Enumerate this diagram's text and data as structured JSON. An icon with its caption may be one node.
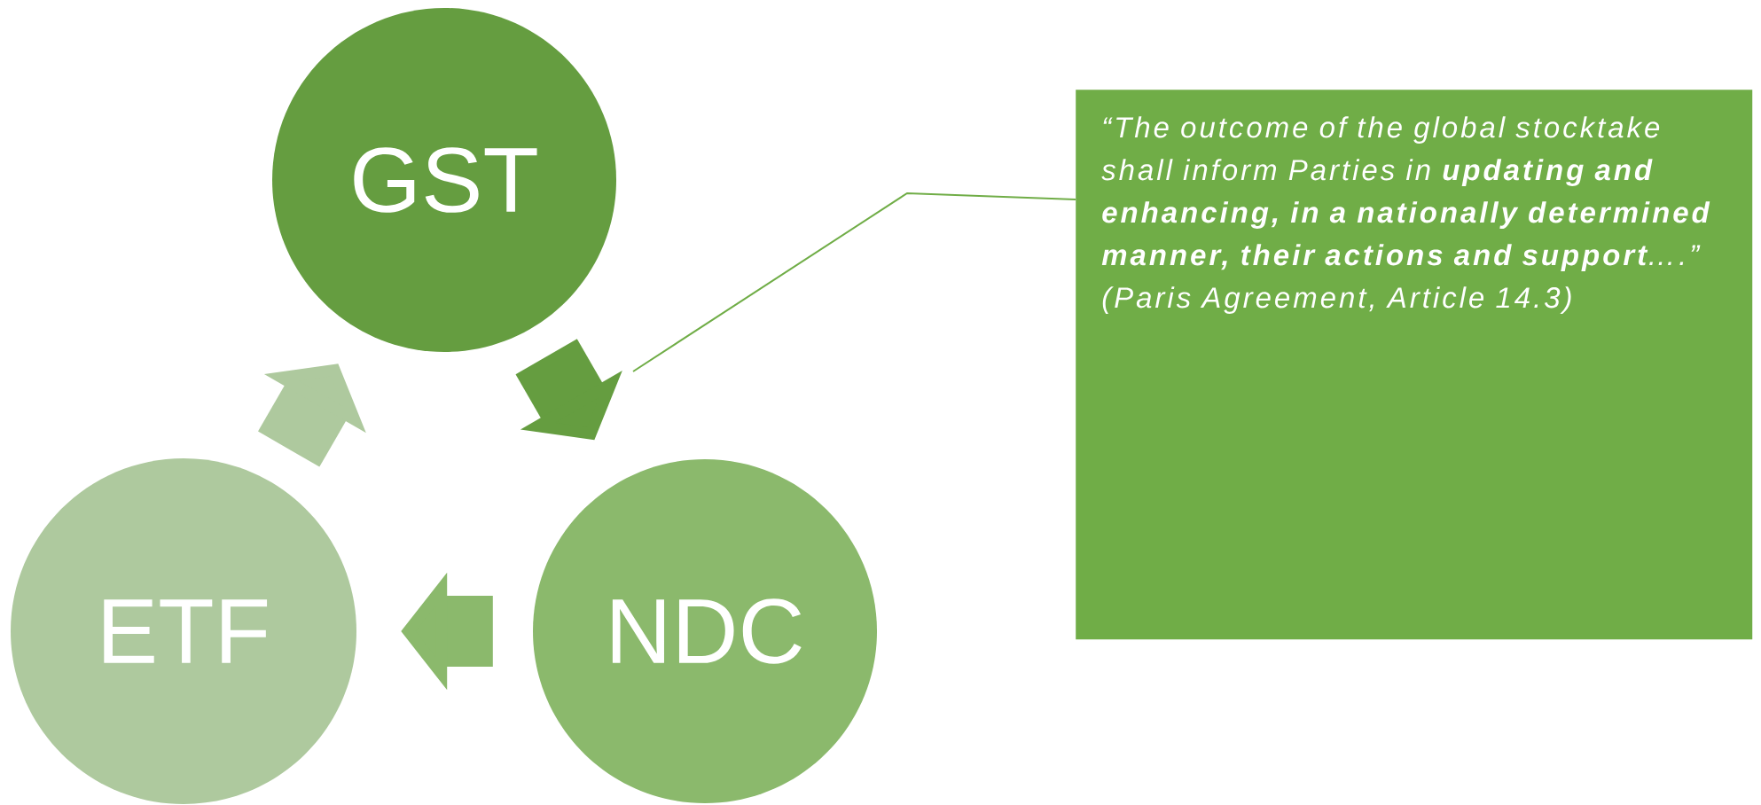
{
  "diagram": {
    "nodes": [
      {
        "text": [
          "GST"
        ]
      },
      {
        "text": [
          "ETF"
        ]
      },
      {
        "text": [
          "NDC"
        ]
      },
      {
        "text": [
          "“The outcome of the global stocktake shall inform Parties in **updating and enhancing, in a nationally determined manner, their actions and support**….”",
          "(Paris Agreement, Article 14.3)"
        ]
      }
    ],
    "edges": [
      {
        "from": 1,
        "to": 0,
        "arrow": "to",
        "color": "#aec99e"
      },
      {
        "from": 0,
        "to": 2,
        "arrow": "to",
        "color": "#659d40"
      },
      {
        "from": 2,
        "to": 1,
        "arrow": "to",
        "color": "#8bb96c"
      },
      {
        "from": 3,
        "to": null,
        "arrow": "none",
        "color": "#70ad47"
      }
    ]
  }
}
